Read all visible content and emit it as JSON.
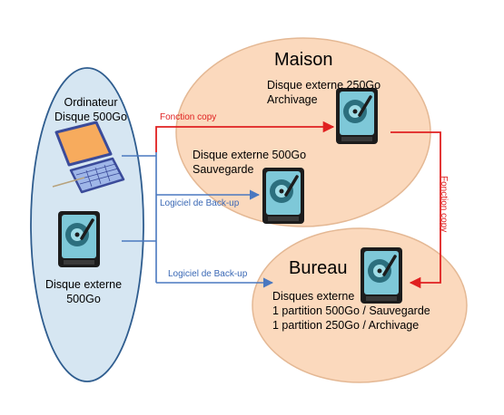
{
  "colors": {
    "computer_ellipse_fill": "#d6e6f2",
    "computer_ellipse_stroke": "#2f5d8f",
    "location_ellipse_fill": "#fbd9bd",
    "location_ellipse_stroke": "#e4b894",
    "copy_arrow": "#e02020",
    "backup_arrow": "#4a78c0"
  },
  "computer_group": {
    "title_line1": "Ordinateur",
    "title_line2": "Disque 500Go",
    "disk_label_line1": "Disque externe",
    "disk_label_line2": "500Go"
  },
  "maison": {
    "title": "Maison",
    "archive_disk_line1": "Disque externe 250Go",
    "archive_disk_line2": "Archivage",
    "backup_disk_line1": "Disque externe 500Go",
    "backup_disk_line2": "Sauvegarde"
  },
  "bureau": {
    "title": "Bureau",
    "line1": "Disques externe",
    "line2": "1 partition 500Go / Sauvegarde",
    "line3": "1 partition 250Go / Archivage"
  },
  "edges": {
    "copy_label": "Fonction copy",
    "backup_label_1": "Logiciel de Back-up",
    "backup_label_2": "Logiciel de Back-up",
    "copy_vertical_label": "Fonction copy"
  }
}
